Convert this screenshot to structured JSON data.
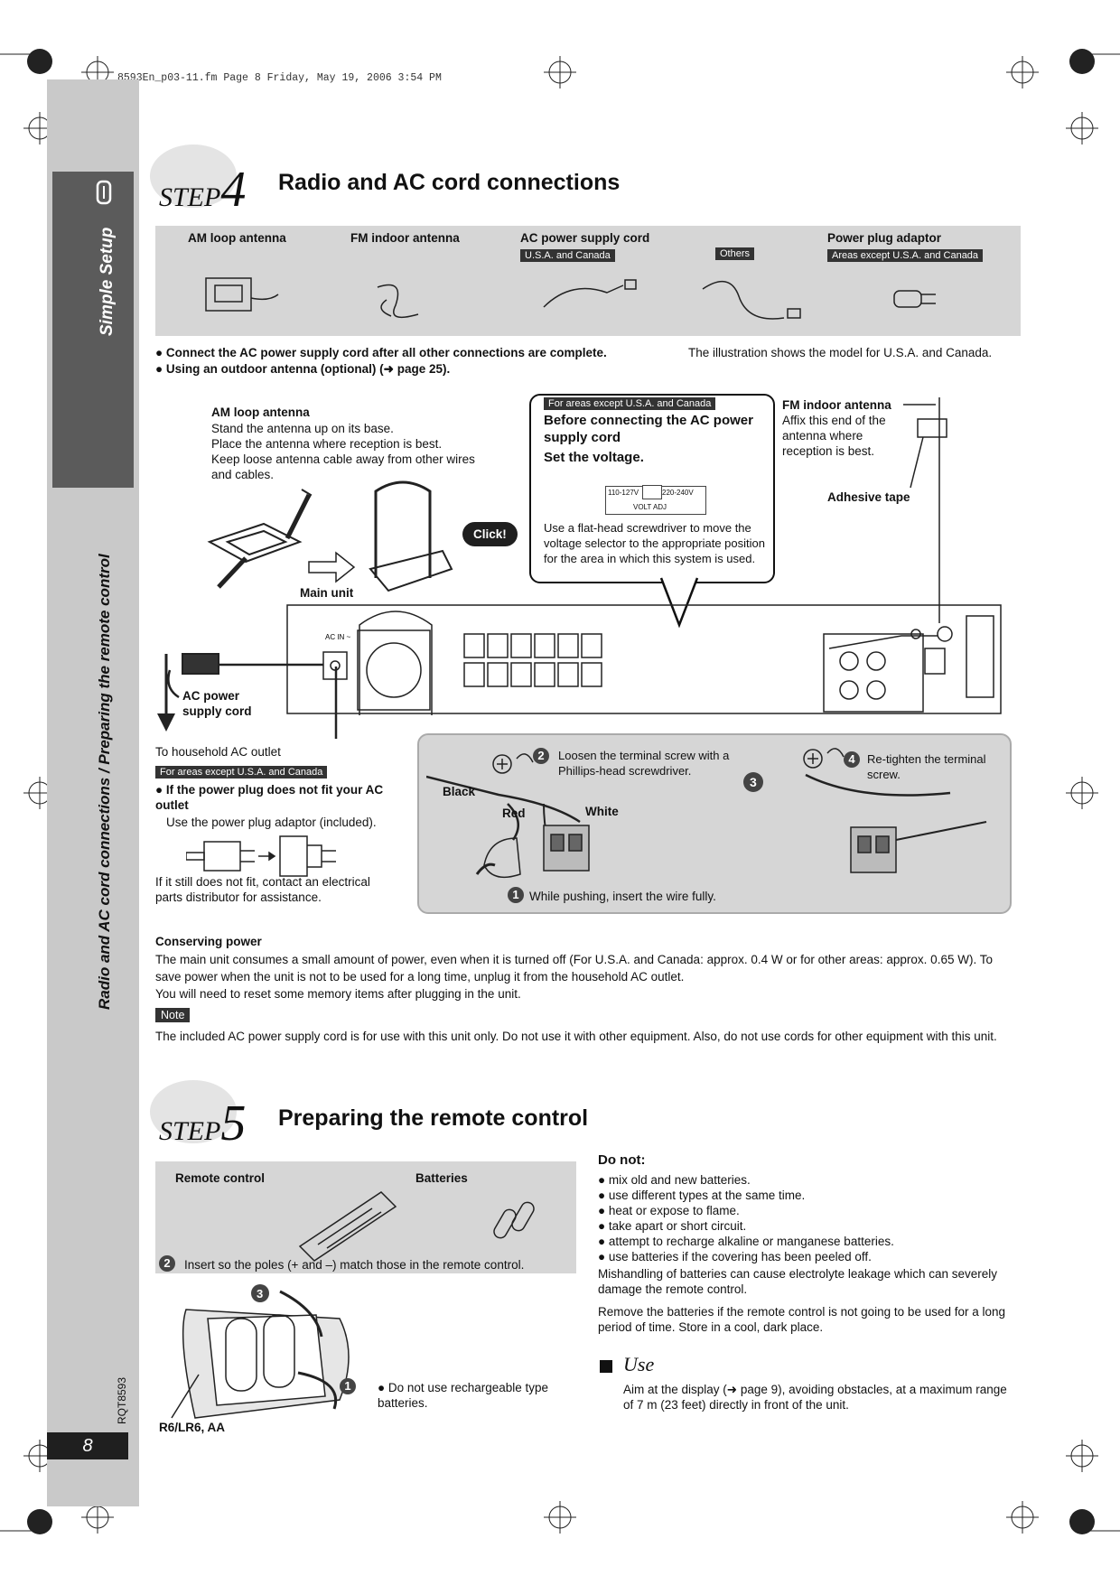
{
  "header_line": "8593En_p03-11.fm  Page 8  Friday, May 19, 2006  3:54 PM",
  "sidebar": {
    "simple_setup": "Simple Setup",
    "section_label": "Radio and AC cord connections / Preparing the remote control",
    "doc_code": "RQT8593",
    "page_number": "8"
  },
  "step4": {
    "step_word": "STEP",
    "step_num": "4",
    "title": "Radio and AC cord connections",
    "items": [
      {
        "label": "AM loop antenna",
        "tag": ""
      },
      {
        "label": "FM indoor antenna",
        "tag": ""
      },
      {
        "label": "AC power supply cord",
        "tag": "U.S.A. and Canada"
      },
      {
        "label": "",
        "tag": "Others"
      },
      {
        "label": "Power plug adaptor",
        "tag": "Areas except U.S.A. and Canada"
      }
    ],
    "bullet1": "Connect the AC power supply cord after all other connections are complete.",
    "bullet2": "Using an outdoor antenna (optional) (➜ page 25).",
    "illustration_note": "The illustration shows the model for U.S.A. and Canada.",
    "am": {
      "title": "AM loop antenna",
      "lines": [
        "Stand the antenna up on its base.",
        "Place the antenna where reception is best.",
        "Keep loose antenna cable away from other wires",
        "and cables."
      ]
    },
    "click": "Click!",
    "main_unit": "Main unit",
    "voltage_box": {
      "tag": "For areas except U.S.A. and Canada",
      "heading": "Before connecting the AC power supply cord",
      "set": "Set the voltage.",
      "v_low": "110-127V",
      "v_high": "220-240V",
      "volt_adj": "VOLT ADJ",
      "desc": "Use a flat-head screwdriver to move the voltage selector to the appropriate position for the area in which this system is used."
    },
    "fm": {
      "title": "FM indoor antenna",
      "desc": "Affix this end of the antenna where reception is best.",
      "tape": "Adhesive tape"
    },
    "ac_power": "AC power supply cord",
    "to_outlet": "To household AC outlet",
    "plug_box": {
      "tag": "For areas except U.S.A. and Canada",
      "bullet": "If the power plug does not fit your AC outlet",
      "use": "Use the power plug adaptor (included).",
      "still": "If it still does not fit, contact an electrical parts distributor for assistance."
    },
    "wire_box": {
      "step1": "While pushing, insert the wire fully.",
      "step2": "Loosen the terminal screw with a Phillips-head screwdriver.",
      "step4": "Re-tighten the terminal screw.",
      "black": "Black",
      "red": "Red",
      "white": "White"
    },
    "conserving": {
      "title": "Conserving power",
      "p1": "The main unit consumes a small amount of power, even when it is turned off (For U.S.A. and Canada: approx. 0.4 W or for other areas: approx. 0.65 W). To save power when the unit is not to be used for a long time, unplug it from the household AC outlet.",
      "p2": "You will need to reset some memory items after plugging in the unit."
    },
    "note_label": "Note",
    "note_text": "The included AC power supply cord is for use with this unit only. Do not use it with other equipment. Also, do not use cords for other equipment with this unit."
  },
  "step5": {
    "step_word": "STEP",
    "step_num": "5",
    "title": "Preparing the remote control",
    "remote_label": "Remote control",
    "batteries_label": "Batteries",
    "insert": "Insert so the poles (+ and –) match those in the remote control.",
    "battery_type": "R6/LR6, AA",
    "no_recharge": "Do not use rechargeable type batteries.",
    "do_not_title": "Do not:",
    "do_not": [
      "mix old and new batteries.",
      "use different types at the same time.",
      "heat or expose to flame.",
      "take apart or short circuit.",
      "attempt to recharge alkaline or manganese batteries.",
      "use batteries if the covering has been peeled off."
    ],
    "mishandling": "Mishandling of batteries can cause electrolyte leakage which can severely damage the remote control.",
    "remove": "Remove the batteries if the remote control is not going to be used for a long period of time. Store in a cool, dark place.",
    "use_title": "Use",
    "use_text": "Aim at the display (➜ page 9), avoiding obstacles, at a maximum range of 7 m (23 feet) directly in front of the unit."
  }
}
